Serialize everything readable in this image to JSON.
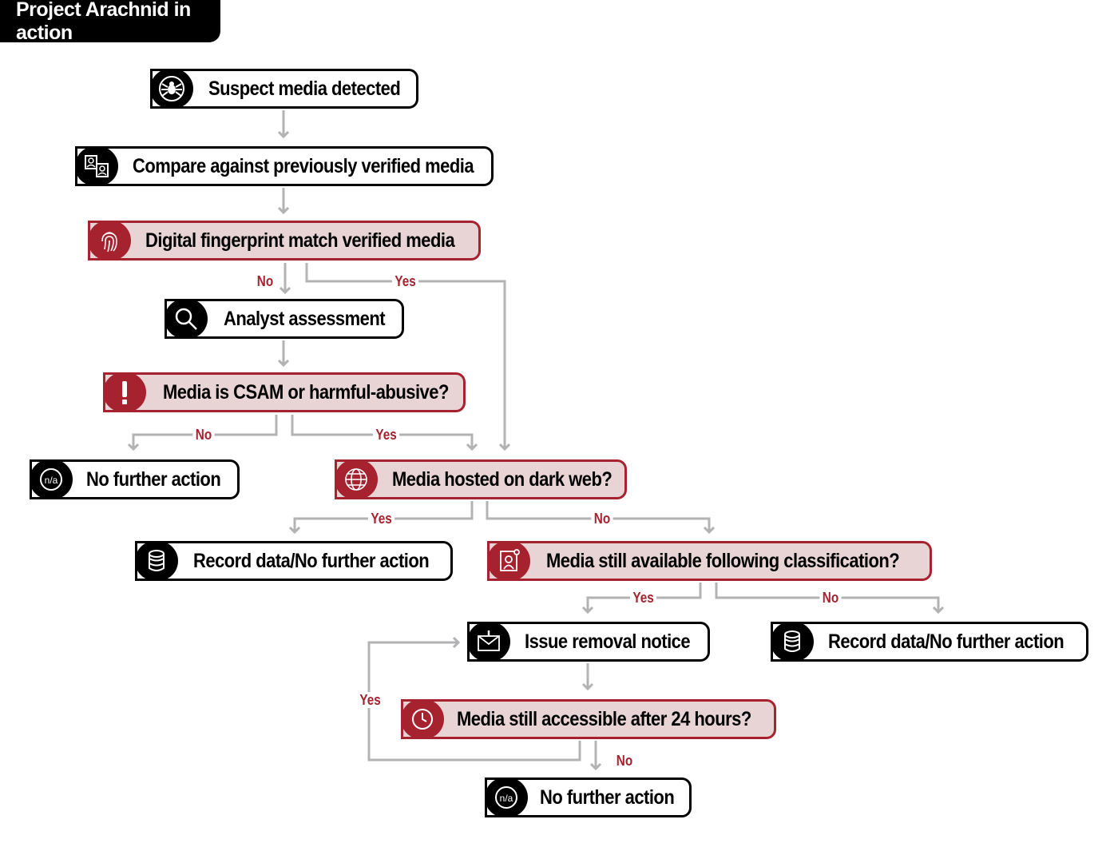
{
  "title": "Project Arachnid in action",
  "colors": {
    "accent": "#a5222e",
    "accent_fill": "#e8d3d5",
    "connector": "#b3b3b5",
    "ink": "#000000"
  },
  "nodes": {
    "suspect": {
      "label": "Suspect media detected",
      "icon": "spider-icon"
    },
    "compare": {
      "label": "Compare against previously verified media",
      "icon": "compare-images-icon"
    },
    "fingerprint": {
      "label": "Digital fingerprint match verified media",
      "icon": "fingerprint-icon"
    },
    "analyst": {
      "label": "Analyst assessment",
      "icon": "magnifier-icon"
    },
    "csam": {
      "label": "Media is CSAM or harmful-abusive?",
      "icon": "exclamation-icon"
    },
    "nfa1": {
      "label": "No further action",
      "icon": "na-icon"
    },
    "darkweb": {
      "label": "Media hosted on dark web?",
      "icon": "globe-icon"
    },
    "record1": {
      "label": "Record data/No further action",
      "icon": "database-icon"
    },
    "available": {
      "label": "Media still available following classification?",
      "icon": "document-user-icon"
    },
    "removal": {
      "label": "Issue removal notice",
      "icon": "envelope-alert-icon"
    },
    "record2": {
      "label": "Record data/No further action",
      "icon": "database-icon"
    },
    "accessible": {
      "label": "Media still accessible after 24 hours?",
      "icon": "clock-icon"
    },
    "nfa2": {
      "label": "No further action",
      "icon": "na-icon"
    }
  },
  "labels": {
    "fp_no": "No",
    "fp_yes": "Yes",
    "csam_no": "No",
    "csam_yes": "Yes",
    "dw_yes": "Yes",
    "dw_no": "No",
    "av_yes": "Yes",
    "av_no": "No",
    "acc_yes": "Yes",
    "acc_no": "No"
  }
}
